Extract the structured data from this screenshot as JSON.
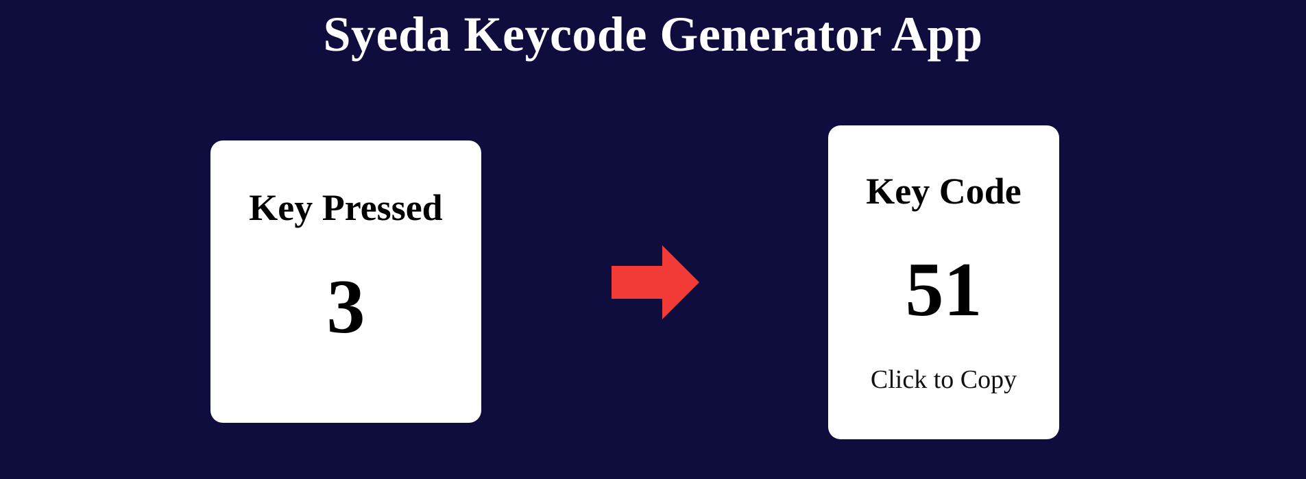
{
  "app": {
    "title": "Syeda Keycode Generator App"
  },
  "key_pressed": {
    "heading": "Key Pressed",
    "value": "3"
  },
  "key_code": {
    "heading": "Key Code",
    "value": "51",
    "copy_hint": "Click to Copy"
  },
  "icons": {
    "arrow": "arrow-right-icon"
  },
  "colors": {
    "background": "#0f0d3e",
    "card": "#ffffff",
    "arrow": "#f23b37",
    "text_light": "#ffffff",
    "text_dark": "#000000"
  }
}
